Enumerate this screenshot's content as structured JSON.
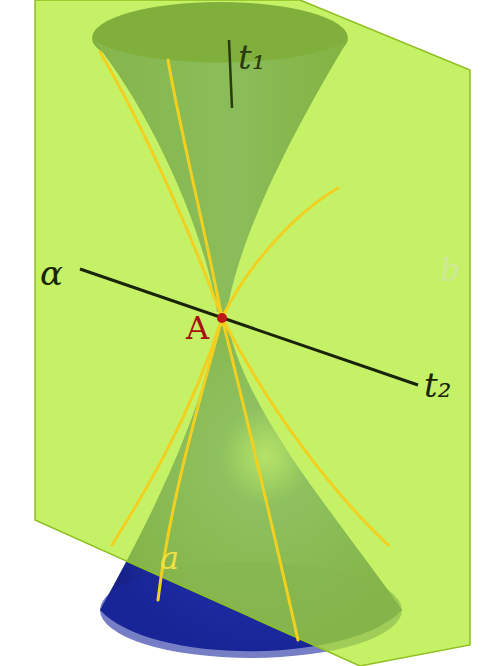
{
  "diagram": {
    "labels": [
      "t₁",
      "α",
      "A",
      "b",
      "t₂",
      "a"
    ]
  }
}
